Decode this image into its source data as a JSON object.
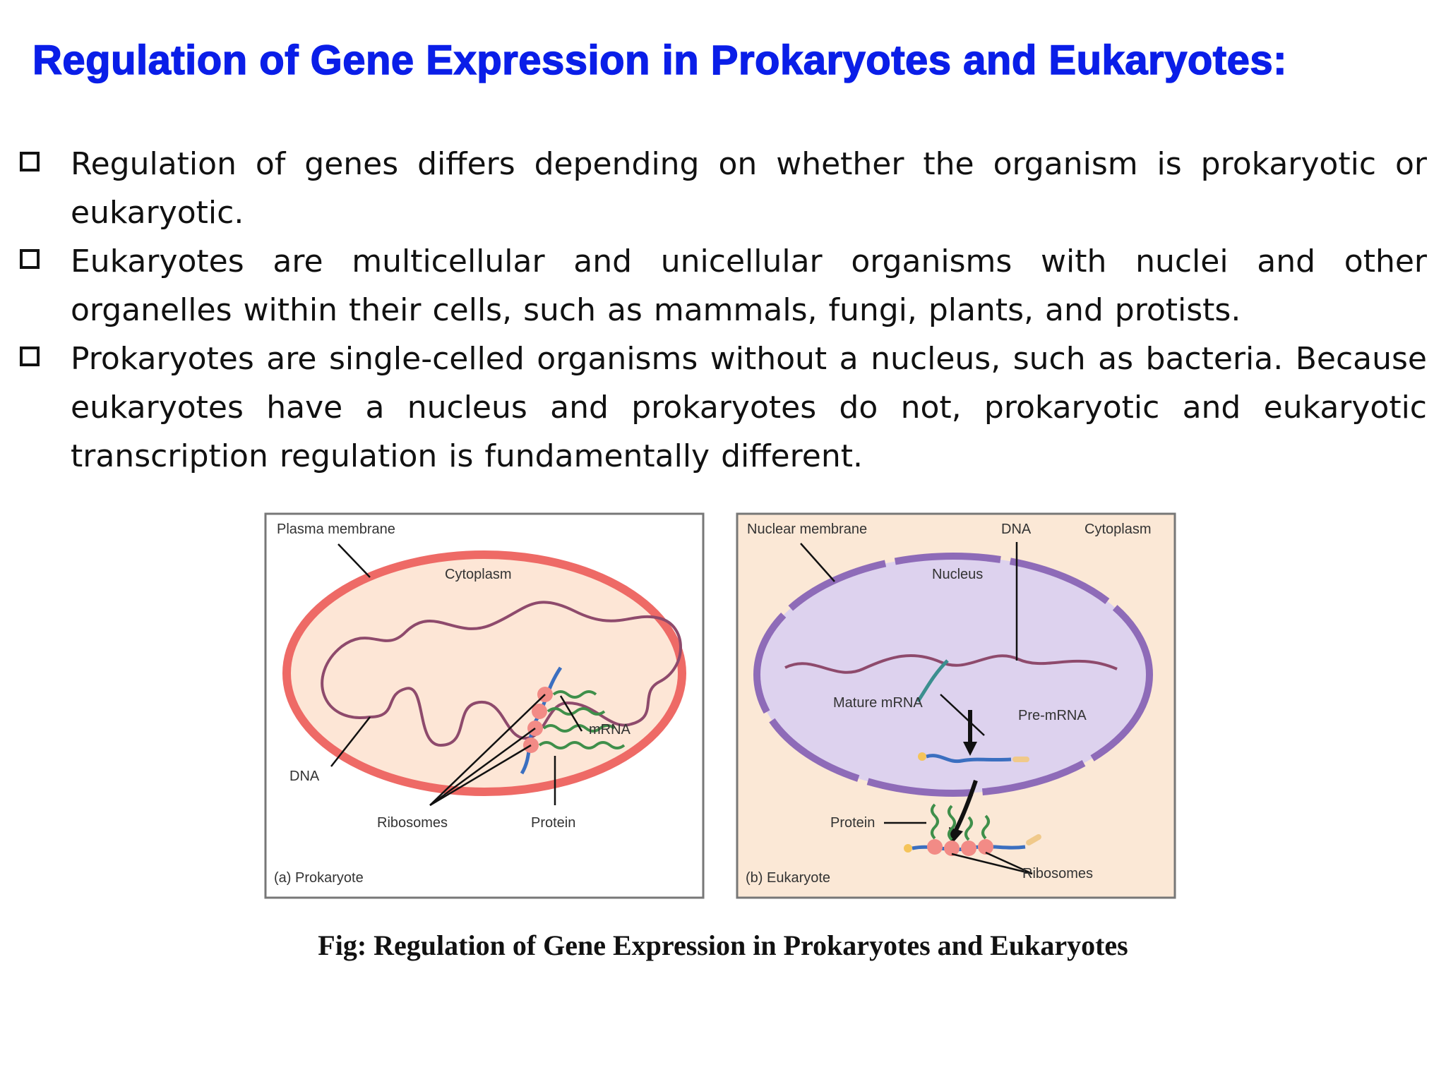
{
  "title": "Regulation of Gene Expression in Prokaryotes and Eukaryotes:",
  "bullets": [
    "Regulation of genes differs depending on whether the organism is prokaryotic or eukaryotic.",
    "Eukaryotes are multicellular and unicellular organisms with nuclei and other organelles within their cells, such as mammals, fungi, plants, and protists.",
    "Prokaryotes are single-celled organisms without a nucleus, such as bacteria. Because eukaryotes have a nucleus and prokaryotes do not, prokaryotic and eukaryotic transcription regulation is fundamentally different."
  ],
  "figure": {
    "prokaryote": {
      "plasma_membrane": "Plasma membrane",
      "cytoplasm": "Cytoplasm",
      "dna": "DNA",
      "mrna": "mRNA",
      "ribosomes": "Ribosomes",
      "protein": "Protein",
      "panel_label": "(a) Prokaryote"
    },
    "eukaryote": {
      "nuclear_membrane": "Nuclear membrane",
      "dna": "DNA",
      "cytoplasm": "Cytoplasm",
      "nucleus": "Nucleus",
      "mature_mrna": "Mature mRNA",
      "pre_mrna": "Pre-mRNA",
      "protein": "Protein",
      "ribosomes": "Ribosomes",
      "panel_label": "(b) Eukaryote"
    }
  },
  "caption": "Fig: Regulation of Gene Expression in Prokaryotes and Eukaryotes",
  "colors": {
    "title": "#0a1ee8",
    "membrane_red": "#ee6a66",
    "cytoplasm_fill": "#fde6d6",
    "nucleus_fill": "#ddd2ee",
    "nuclear_membrane": "#8e6bb8",
    "eukaryote_bg": "#fbe8d6"
  }
}
